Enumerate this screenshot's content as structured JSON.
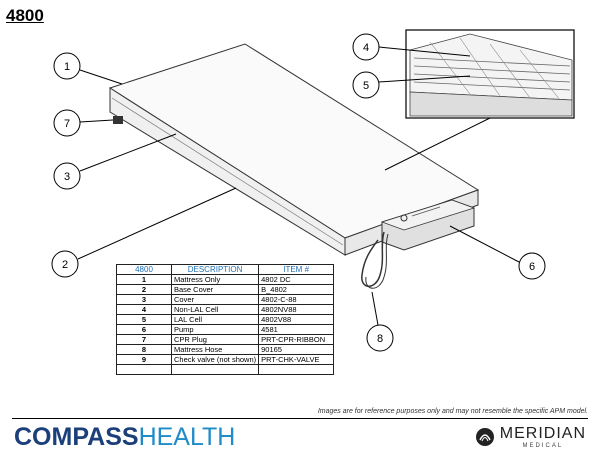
{
  "title": "4800",
  "callouts": [
    "1",
    "2",
    "3",
    "4",
    "5",
    "6",
    "7",
    "8"
  ],
  "table": {
    "headers": [
      "4800",
      "DESCRIPTION",
      "ITEM #"
    ],
    "rows": [
      {
        "num": "1",
        "desc": "Mattress Only",
        "item": "4802 DC"
      },
      {
        "num": "2",
        "desc": "Base Cover",
        "item": "B_4802"
      },
      {
        "num": "3",
        "desc": "Cover",
        "item": "4802-C-88"
      },
      {
        "num": "4",
        "desc": "Non-LAL Cell",
        "item": "4802NV88"
      },
      {
        "num": "5",
        "desc": "LAL Cell",
        "item": "4802V88"
      },
      {
        "num": "6",
        "desc": "Pump",
        "item": "4581"
      },
      {
        "num": "7",
        "desc": "CPR Plug",
        "item": "PRT-CPR-RIBBON"
      },
      {
        "num": "8",
        "desc": "Mattress Hose",
        "item": "90165"
      },
      {
        "num": "9",
        "desc": "Check valve (not shown)",
        "item": "PRT-CHK-VALVE"
      },
      {
        "num": "",
        "desc": "",
        "item": ""
      }
    ]
  },
  "disclaimer": "Images are for reference purposes only and may not resemble the specific APM model.",
  "brand": {
    "part1": "COMPASS",
    "part2": "HEALTH"
  },
  "meridian": {
    "name": "MERIDIAN",
    "sub": "MEDICAL"
  },
  "colors": {
    "brand_dark": "#1b3f7a",
    "brand_light": "#1f8bc9",
    "table_header": "#1f6fb5"
  }
}
